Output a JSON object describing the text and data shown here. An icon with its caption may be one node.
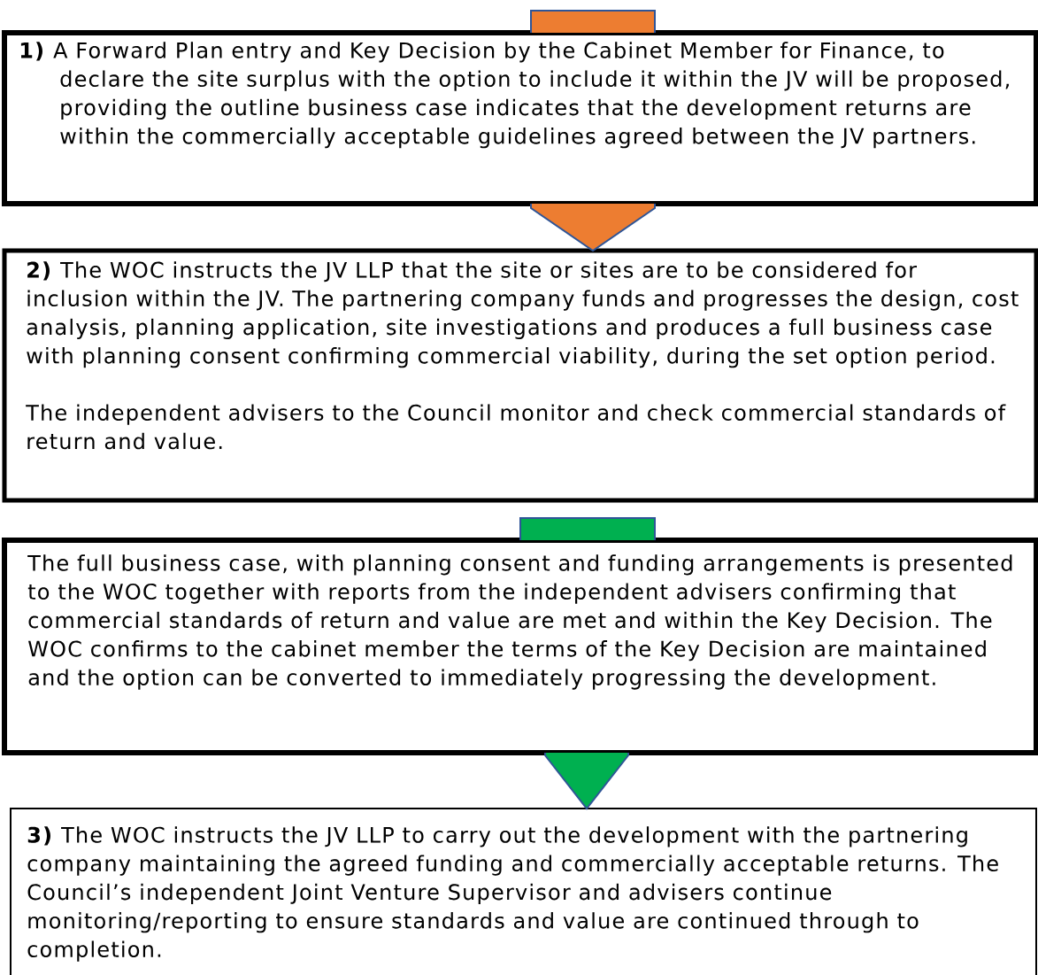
{
  "diagram": {
    "nodes": [
      {
        "text": [
          "**1)** A Forward Plan entry and Key Decision by the Cabinet Member for Finance, to declare the site surplus with the option to include it within the JV will be proposed, providing the outline business case indicates that the development returns are within the commercially acceptable guidelines agreed between the JV partners."
        ]
      },
      {
        "text": [
          "**2)** The WOC instructs the JV LLP that the site or sites are to be considered for inclusion within the JV.  The partnering company funds and progresses the design, cost analysis, planning application, site investigations and produces a full business case with planning consent confirming commercial viability, during the set option period.",
          "The independent advisers to the Council monitor and check commercial standards of return and value."
        ]
      },
      {
        "text": [
          "The full business case, with planning consent and funding arrangements is presented to the WOC together with reports from the independent advisers confirming that commercial standards of return and value are met and within the Key Decision. The WOC confirms to the cabinet member the terms of the Key Decision are maintained and the option can be converted to immediately progressing the development."
        ]
      },
      {
        "text": [
          "**3)** The WOC instructs the JV LLP to carry out the development with the partnering company maintaining the agreed funding and commercially acceptable returns. The Council’s independent Joint Venture Supervisor and advisers continue monitoring/reporting to ensure standards and value are continued through to completion."
        ]
      }
    ],
    "edges": [
      {
        "from": 0,
        "to": 1,
        "arrow": "to",
        "color": "#ed7d31"
      },
      {
        "from": 2,
        "to": 3,
        "arrow": "to",
        "color": "#00b050"
      }
    ]
  }
}
